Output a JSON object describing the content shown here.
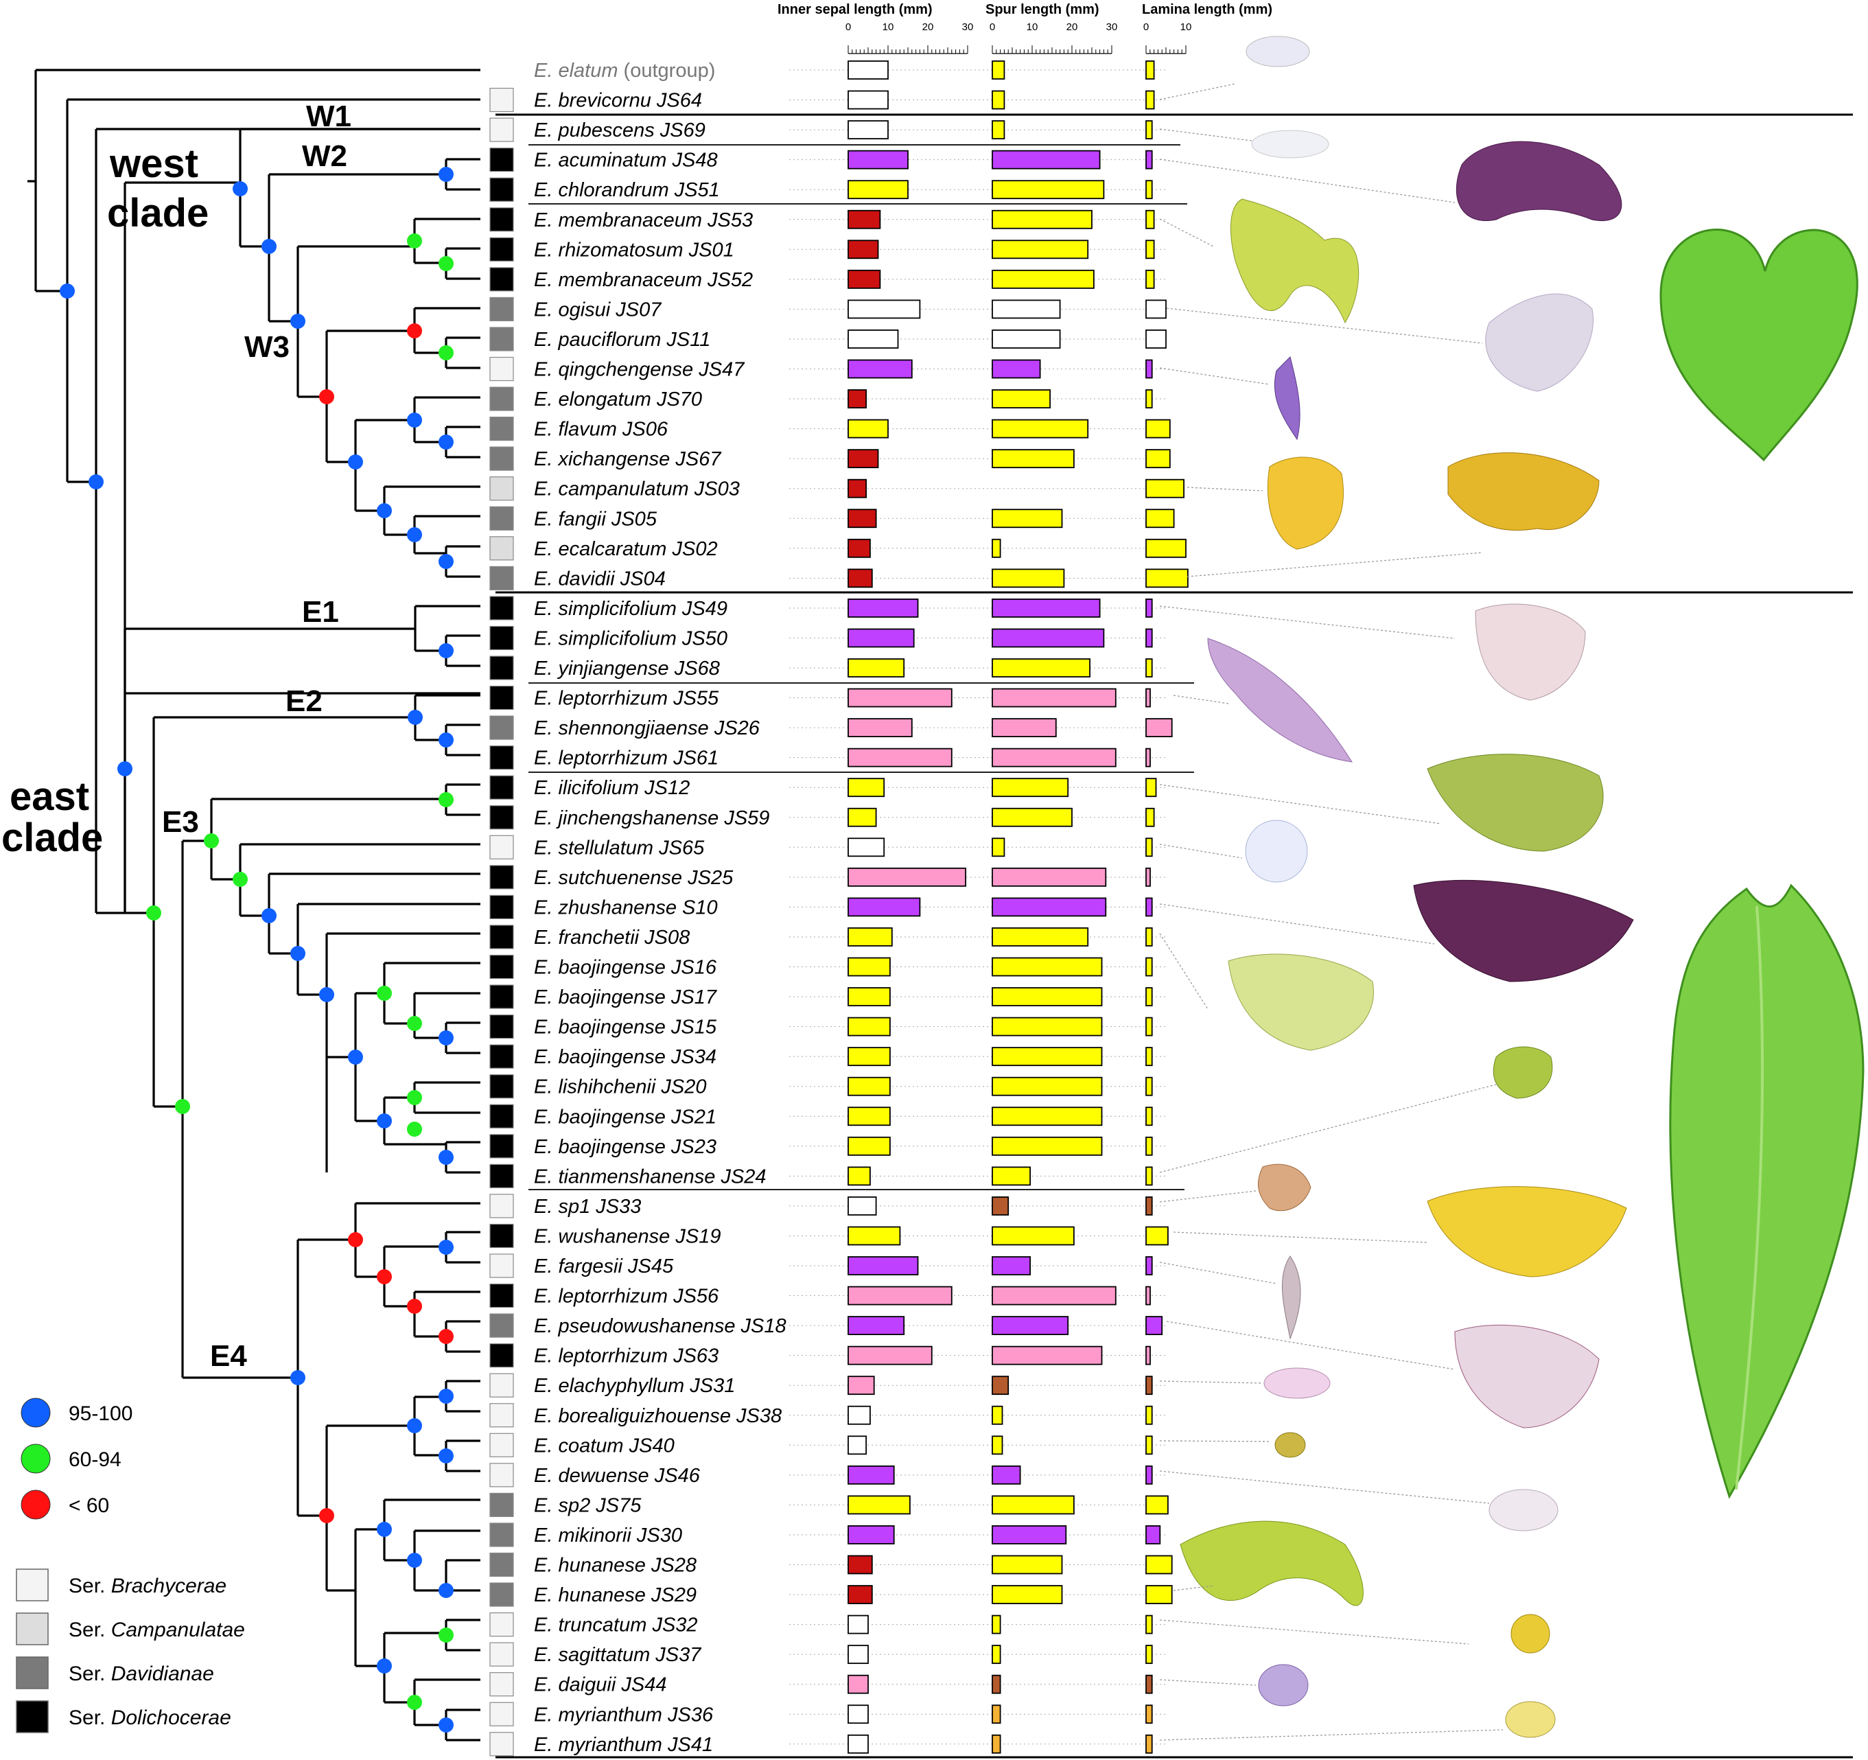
{
  "headers": {
    "inner_sepal": "Inner sepal length (mm)",
    "spur": "Spur length (mm)",
    "lamina": "Lamina length (mm)"
  },
  "axis_ticks": {
    "inner_sepal": [
      "0",
      "10",
      "20",
      "30"
    ],
    "spur": [
      "0",
      "10",
      "20",
      "30"
    ],
    "lamina": [
      "0",
      "10"
    ]
  },
  "clade_labels": {
    "west_1": "west",
    "west_2": "clade",
    "east_1": "east",
    "east_2": "clade",
    "W1": "W1",
    "W2": "W2",
    "W3": "W3",
    "E1": "E1",
    "E2": "E2",
    "E3": "E3",
    "E4": "E4"
  },
  "colors": {
    "white": "#ffffff",
    "yellow": "#ffff00",
    "purple": "#bf40ff",
    "red": "#cc1111",
    "pink": "#ff99cc",
    "brown": "#b45a2d",
    "orange": "#f5b233",
    "support_95_100": "#1060ff",
    "support_60_94": "#22ee22",
    "support_lt60": "#ff1111",
    "ser_brachycerae": "#f4f4f4",
    "ser_campanulatae": "#dddddd",
    "ser_davidianae": "#7a7a7a",
    "ser_dolichocerae": "#000000"
  },
  "legend": {
    "support": [
      {
        "label": "95-100",
        "color": "#1060ff"
      },
      {
        "label": "60-94",
        "color": "#22ee22"
      },
      {
        "label": "< 60",
        "color": "#ff1111"
      }
    ],
    "series": [
      {
        "prefix": "Ser. ",
        "name": "Brachycerae",
        "color": "#f4f4f4"
      },
      {
        "prefix": "Ser. ",
        "name": "Campanulatae",
        "color": "#dddddd"
      },
      {
        "prefix": "Ser. ",
        "name": "Davidianae",
        "color": "#7a7a7a"
      },
      {
        "prefix": "Ser. ",
        "name": "Dolichocerae",
        "color": "#000000"
      }
    ]
  },
  "taxa": [
    {
      "name": "E. elatum",
      "suffix": " (outgroup)",
      "series": "none",
      "sepal": 10,
      "sepal_c": "white",
      "spur": 3,
      "spur_c": "yellow",
      "lamina": 2,
      "lamina_c": "yellow"
    },
    {
      "name": "E. brevicornu JS64",
      "series": "B",
      "sepal": 10,
      "sepal_c": "white",
      "spur": 3,
      "spur_c": "yellow",
      "lamina": 2,
      "lamina_c": "yellow"
    },
    {
      "name": "E. pubescens JS69",
      "series": "B",
      "sepal": 10,
      "sepal_c": "white",
      "spur": 3,
      "spur_c": "yellow",
      "lamina": 1.5,
      "lamina_c": "yellow"
    },
    {
      "name": "E. acuminatum JS48",
      "series": "D",
      "sepal": 15,
      "sepal_c": "purple",
      "spur": 27,
      "spur_c": "purple",
      "lamina": 1.5,
      "lamina_c": "purple"
    },
    {
      "name": "E. chlorandrum JS51",
      "series": "D",
      "sepal": 15,
      "sepal_c": "yellow",
      "spur": 28,
      "spur_c": "yellow",
      "lamina": 1.5,
      "lamina_c": "yellow"
    },
    {
      "name": "E. membranaceum JS53",
      "series": "D",
      "sepal": 8,
      "sepal_c": "red",
      "spur": 25,
      "spur_c": "yellow",
      "lamina": 2,
      "lamina_c": "yellow"
    },
    {
      "name": "E. rhizomatosum JS01",
      "series": "D",
      "sepal": 7.5,
      "sepal_c": "red",
      "spur": 24,
      "spur_c": "yellow",
      "lamina": 2,
      "lamina_c": "yellow"
    },
    {
      "name": "E. membranaceum JS52",
      "series": "D",
      "sepal": 8,
      "sepal_c": "red",
      "spur": 25.5,
      "spur_c": "yellow",
      "lamina": 2,
      "lamina_c": "yellow"
    },
    {
      "name": "E. ogisui JS07",
      "series": "V",
      "sepal": 18,
      "sepal_c": "white",
      "spur": 17,
      "spur_c": "white",
      "lamina": 5,
      "lamina_c": "white"
    },
    {
      "name": "E. pauciflorum JS11",
      "series": "V",
      "sepal": 12.5,
      "sepal_c": "white",
      "spur": 17,
      "spur_c": "white",
      "lamina": 5,
      "lamina_c": "white"
    },
    {
      "name": "E. qingchengense JS47",
      "series": "B",
      "sepal": 16,
      "sepal_c": "purple",
      "spur": 12,
      "spur_c": "purple",
      "lamina": 1.5,
      "lamina_c": "purple"
    },
    {
      "name": "E. elongatum JS70",
      "series": "V",
      "sepal": 4.5,
      "sepal_c": "red",
      "spur": 14.5,
      "spur_c": "yellow",
      "lamina": 1.5,
      "lamina_c": "yellow"
    },
    {
      "name": "E. flavum JS06",
      "series": "V",
      "sepal": 10,
      "sepal_c": "yellow",
      "spur": 24,
      "spur_c": "yellow",
      "lamina": 6,
      "lamina_c": "yellow"
    },
    {
      "name": "E. xichangense JS67",
      "series": "V",
      "sepal": 7.5,
      "sepal_c": "red",
      "spur": 20.5,
      "spur_c": "yellow",
      "lamina": 6,
      "lamina_c": "yellow"
    },
    {
      "name": "E. campanulatum JS03",
      "series": "C",
      "sepal": 4.5,
      "sepal_c": "red",
      "spur": 0,
      "spur_c": "yellow",
      "lamina": 9.5,
      "lamina_c": "yellow"
    },
    {
      "name": "E. fangii JS05",
      "series": "V",
      "sepal": 7,
      "sepal_c": "red",
      "spur": 17.5,
      "spur_c": "yellow",
      "lamina": 7,
      "lamina_c": "yellow"
    },
    {
      "name": "E. ecalcaratum JS02",
      "series": "C",
      "sepal": 5.5,
      "sepal_c": "red",
      "spur": 2,
      "spur_c": "yellow",
      "lamina": 10,
      "lamina_c": "yellow"
    },
    {
      "name": "E. davidii JS04",
      "series": "V",
      "sepal": 6,
      "sepal_c": "red",
      "spur": 18,
      "spur_c": "yellow",
      "lamina": 10.5,
      "lamina_c": "yellow"
    },
    {
      "name": "E. simplicifolium JS49",
      "series": "D",
      "sepal": 17.5,
      "sepal_c": "purple",
      "spur": 27,
      "spur_c": "purple",
      "lamina": 1.5,
      "lamina_c": "purple"
    },
    {
      "name": "E. simplicifolium JS50",
      "series": "D",
      "sepal": 16.5,
      "sepal_c": "purple",
      "spur": 28,
      "spur_c": "purple",
      "lamina": 1.5,
      "lamina_c": "purple"
    },
    {
      "name": "E. yinjiangense JS68",
      "series": "D",
      "sepal": 14,
      "sepal_c": "yellow",
      "spur": 24.5,
      "spur_c": "yellow",
      "lamina": 1.5,
      "lamina_c": "yellow"
    },
    {
      "name": "E. leptorrhizum JS55",
      "series": "D",
      "sepal": 26,
      "sepal_c": "pink",
      "spur": 31,
      "spur_c": "pink",
      "lamina": 1,
      "lamina_c": "pink"
    },
    {
      "name": "E. shennongjiaense JS26",
      "series": "V",
      "sepal": 16,
      "sepal_c": "pink",
      "spur": 16,
      "spur_c": "pink",
      "lamina": 6.5,
      "lamina_c": "pink"
    },
    {
      "name": "E. leptorrhizum JS61",
      "series": "D",
      "sepal": 26,
      "sepal_c": "pink",
      "spur": 31,
      "spur_c": "pink",
      "lamina": 1,
      "lamina_c": "pink"
    },
    {
      "name": "E. ilicifolium JS12",
      "series": "D",
      "sepal": 9,
      "sepal_c": "yellow",
      "spur": 19,
      "spur_c": "yellow",
      "lamina": 2.5,
      "lamina_c": "yellow"
    },
    {
      "name": "E. jinchengshanense JS59",
      "series": "D",
      "sepal": 7,
      "sepal_c": "yellow",
      "spur": 20,
      "spur_c": "yellow",
      "lamina": 2,
      "lamina_c": "yellow"
    },
    {
      "name": "E. stellulatum JS65",
      "series": "B",
      "sepal": 9,
      "sepal_c": "white",
      "spur": 3,
      "spur_c": "yellow",
      "lamina": 1.5,
      "lamina_c": "yellow"
    },
    {
      "name": "E. sutchuenense JS25",
      "series": "D",
      "sepal": 29.5,
      "sepal_c": "pink",
      "spur": 28.5,
      "spur_c": "pink",
      "lamina": 1,
      "lamina_c": "pink"
    },
    {
      "name": "E. zhushanense S10",
      "series": "D",
      "sepal": 18,
      "sepal_c": "purple",
      "spur": 28.5,
      "spur_c": "purple",
      "lamina": 1.5,
      "lamina_c": "purple"
    },
    {
      "name": "E. franchetii JS08",
      "series": "D",
      "sepal": 11,
      "sepal_c": "yellow",
      "spur": 24,
      "spur_c": "yellow",
      "lamina": 1.5,
      "lamina_c": "yellow"
    },
    {
      "name": "E. baojingense JS16",
      "series": "D",
      "sepal": 10.5,
      "sepal_c": "yellow",
      "spur": 27.5,
      "spur_c": "yellow",
      "lamina": 1.5,
      "lamina_c": "yellow"
    },
    {
      "name": "E. baojingense JS17",
      "series": "D",
      "sepal": 10.5,
      "sepal_c": "yellow",
      "spur": 27.5,
      "spur_c": "yellow",
      "lamina": 1.5,
      "lamina_c": "yellow"
    },
    {
      "name": "E. baojingense JS15",
      "series": "D",
      "sepal": 10.5,
      "sepal_c": "yellow",
      "spur": 27.5,
      "spur_c": "yellow",
      "lamina": 1.5,
      "lamina_c": "yellow"
    },
    {
      "name": "E. baojingense JS34",
      "series": "D",
      "sepal": 10.5,
      "sepal_c": "yellow",
      "spur": 27.5,
      "spur_c": "yellow",
      "lamina": 1.5,
      "lamina_c": "yellow"
    },
    {
      "name": "E. lishihchenii JS20",
      "series": "D",
      "sepal": 10.5,
      "sepal_c": "yellow",
      "spur": 27.5,
      "spur_c": "yellow",
      "lamina": 1.5,
      "lamina_c": "yellow"
    },
    {
      "name": "E. baojingense JS21",
      "series": "D",
      "sepal": 10.5,
      "sepal_c": "yellow",
      "spur": 27.5,
      "spur_c": "yellow",
      "lamina": 1.5,
      "lamina_c": "yellow"
    },
    {
      "name": "E. baojingense JS23",
      "series": "D",
      "sepal": 10.5,
      "sepal_c": "yellow",
      "spur": 27.5,
      "spur_c": "yellow",
      "lamina": 1.5,
      "lamina_c": "yellow"
    },
    {
      "name": "E. tianmenshanense JS24",
      "series": "D",
      "sepal": 5.5,
      "sepal_c": "yellow",
      "spur": 9.5,
      "spur_c": "yellow",
      "lamina": 1.5,
      "lamina_c": "yellow"
    },
    {
      "name": "E. sp1 JS33",
      "series": "B",
      "sepal": 7,
      "sepal_c": "white",
      "spur": 4,
      "spur_c": "brown",
      "lamina": 1.5,
      "lamina_c": "brown"
    },
    {
      "name": "E. wushanense JS19",
      "series": "D",
      "sepal": 13,
      "sepal_c": "yellow",
      "spur": 20.5,
      "spur_c": "yellow",
      "lamina": 5.5,
      "lamina_c": "yellow"
    },
    {
      "name": "E. fargesii JS45",
      "series": "B",
      "sepal": 17.5,
      "sepal_c": "purple",
      "spur": 9.5,
      "spur_c": "purple",
      "lamina": 1.5,
      "lamina_c": "purple"
    },
    {
      "name": "E. leptorrhizum JS56",
      "series": "D",
      "sepal": 26,
      "sepal_c": "pink",
      "spur": 31,
      "spur_c": "pink",
      "lamina": 1,
      "lamina_c": "pink"
    },
    {
      "name": "E. pseudowushanense JS18",
      "series": "V",
      "sepal": 14,
      "sepal_c": "purple",
      "spur": 19,
      "spur_c": "purple",
      "lamina": 4,
      "lamina_c": "purple"
    },
    {
      "name": "E. leptorrhizum JS63",
      "series": "D",
      "sepal": 21,
      "sepal_c": "pink",
      "spur": 27.5,
      "spur_c": "pink",
      "lamina": 1,
      "lamina_c": "pink"
    },
    {
      "name": "E. elachyphyllum JS31",
      "series": "B",
      "sepal": 6.5,
      "sepal_c": "pink",
      "spur": 4,
      "spur_c": "brown",
      "lamina": 1.5,
      "lamina_c": "brown"
    },
    {
      "name": "E. borealiguizhouense JS38",
      "series": "B",
      "sepal": 5.5,
      "sepal_c": "white",
      "spur": 2.5,
      "spur_c": "yellow",
      "lamina": 1.5,
      "lamina_c": "yellow"
    },
    {
      "name": "E. coatum JS40",
      "series": "B",
      "sepal": 4.5,
      "sepal_c": "white",
      "spur": 2.5,
      "spur_c": "yellow",
      "lamina": 1.5,
      "lamina_c": "yellow"
    },
    {
      "name": "E. dewuense JS46",
      "series": "B",
      "sepal": 11.5,
      "sepal_c": "purple",
      "spur": 7,
      "spur_c": "purple",
      "lamina": 1.5,
      "lamina_c": "purple"
    },
    {
      "name": "E. sp2 JS75",
      "series": "V",
      "sepal": 15.5,
      "sepal_c": "yellow",
      "spur": 20.5,
      "spur_c": "yellow",
      "lamina": 5.5,
      "lamina_c": "yellow"
    },
    {
      "name": "E. mikinorii JS30",
      "series": "V",
      "sepal": 11.5,
      "sepal_c": "purple",
      "spur": 18.5,
      "spur_c": "purple",
      "lamina": 3.5,
      "lamina_c": "purple"
    },
    {
      "name": "E. hunanese JS28",
      "series": "V",
      "sepal": 6,
      "sepal_c": "red",
      "spur": 17.5,
      "spur_c": "yellow",
      "lamina": 6.5,
      "lamina_c": "yellow"
    },
    {
      "name": "E. hunanese JS29",
      "series": "V",
      "sepal": 6,
      "sepal_c": "red",
      "spur": 17.5,
      "spur_c": "yellow",
      "lamina": 6.5,
      "lamina_c": "yellow"
    },
    {
      "name": "E. truncatum JS32",
      "series": "B",
      "sepal": 5,
      "sepal_c": "white",
      "spur": 2,
      "spur_c": "yellow",
      "lamina": 1.5,
      "lamina_c": "yellow"
    },
    {
      "name": "E. sagittatum JS37",
      "series": "B",
      "sepal": 5,
      "sepal_c": "white",
      "spur": 2,
      "spur_c": "yellow",
      "lamina": 1.5,
      "lamina_c": "yellow"
    },
    {
      "name": "E. daiguii JS44",
      "series": "B",
      "sepal": 5,
      "sepal_c": "pink",
      "spur": 2,
      "spur_c": "brown",
      "lamina": 1.5,
      "lamina_c": "brown"
    },
    {
      "name": "E. myrianthum JS36",
      "series": "B",
      "sepal": 5,
      "sepal_c": "white",
      "spur": 2,
      "spur_c": "orange",
      "lamina": 1.5,
      "lamina_c": "orange"
    },
    {
      "name": "E. myrianthum JS41",
      "series": "B",
      "sepal": 5,
      "sepal_c": "white",
      "spur": 2,
      "spur_c": "orange",
      "lamina": 1.5,
      "lamina_c": "orange"
    }
  ]
}
